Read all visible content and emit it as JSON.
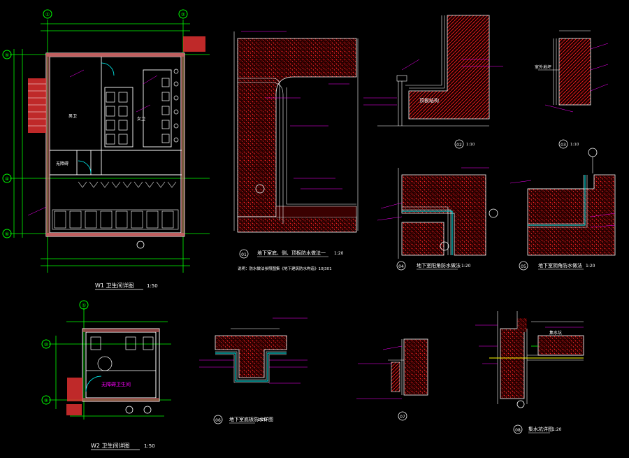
{
  "colors": {
    "background": "#000000",
    "linework": "#ffffff",
    "grid": "#00ff00",
    "annotation": "#ff00ff",
    "hatch": "#ff2020",
    "detail_outline": "#ffffff",
    "leader": "#ffff00",
    "accent": "#00ffff"
  },
  "plan_w1": {
    "title": "W1 卫生间详图",
    "scale": "1:50",
    "axis_top": [
      "①",
      "②"
    ],
    "axis_left": [
      "⑤",
      "④",
      "⑥"
    ],
    "room_labels": [
      "男卫",
      "女卫",
      "无障碍"
    ]
  },
  "plan_w2": {
    "title": "W2 卫生间详图",
    "scale": "1:50",
    "axis_top": [
      "①"
    ],
    "axis_left": [
      "⑩",
      "⑨"
    ],
    "room_label": "无障碍卫生间"
  },
  "details": [
    {
      "num": "01",
      "title": "地下室底、侧、顶板防水做法一",
      "scale": "1:20",
      "note": "说明：防水做法参照图集《地下建筑防水构造》10J301"
    },
    {
      "num": "02",
      "title": "",
      "scale": "1:10"
    },
    {
      "num": "03",
      "title": "",
      "scale": "1:10"
    },
    {
      "num": "04",
      "title": "地下室阳角防水做法",
      "scale": "1:20"
    },
    {
      "num": "05",
      "title": "地下室阴角防水做法",
      "scale": "1:20"
    },
    {
      "num": "06",
      "title": "地下室底板防水详图",
      "scale": "1:20"
    },
    {
      "num": "07",
      "title": "",
      "scale": ""
    },
    {
      "num": "08",
      "title": "集水坑详图",
      "scale": "1:20"
    }
  ],
  "detail_labels": {
    "d02_text": "顶板结构",
    "d03_text": "室外地坪",
    "d08_text": "集水坑"
  }
}
